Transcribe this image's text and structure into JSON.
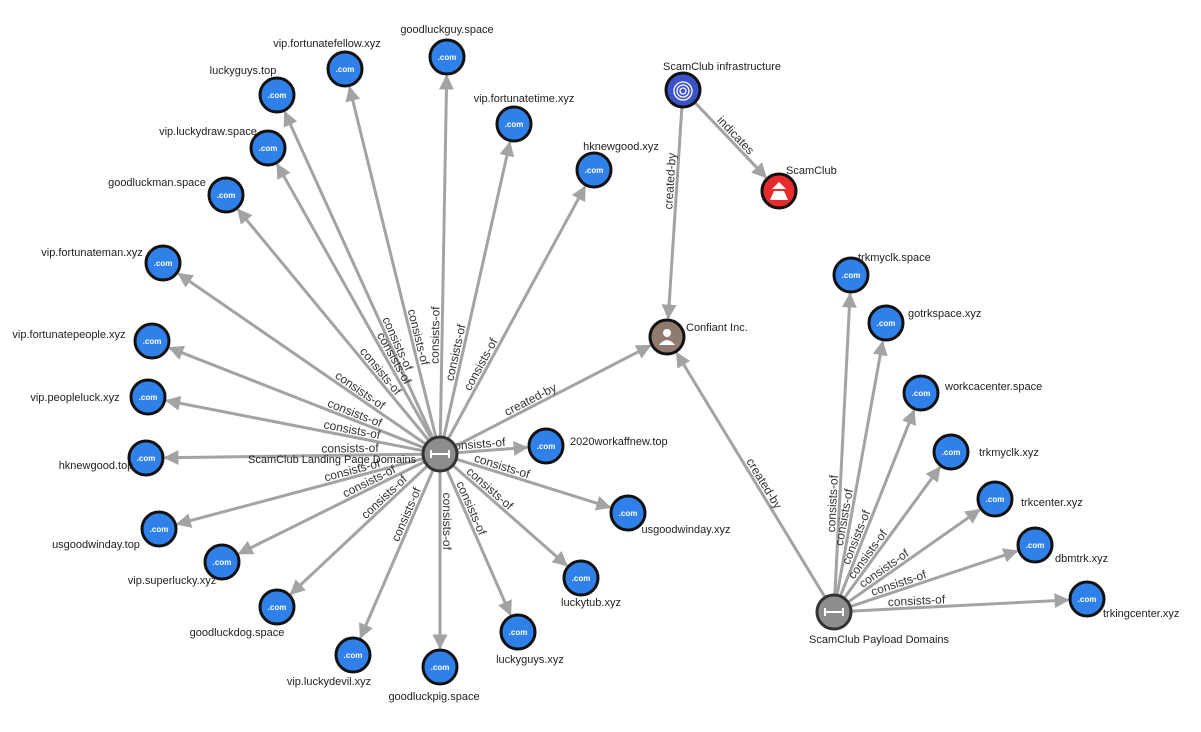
{
  "colors": {
    "domain": "#2f80e8",
    "edge": "#a3a3a3",
    "infrastructure_blue": "#3c52c8",
    "threat_actor_red": "#e52b2b",
    "identity_brown": "#8f7a70",
    "grouping_grey": "#8d8d8d"
  },
  "domain_badge": ".com",
  "groups": {
    "landing": "ScamClub Landing Page Domains",
    "payload": "ScamClub Payload Domains"
  },
  "special": {
    "infrastructure": "ScamClub infrastructure",
    "threat_actor": "ScamClub",
    "identity": "Confiant Inc."
  },
  "relations": {
    "consists_of": "consists-of",
    "created_by": "created-by",
    "indicates": "indicates"
  },
  "landing_domains": [
    "goodluckguy.space",
    "vip.fortunatefellow.xyz",
    "luckyguys.top",
    "vip.fortunatetime.xyz",
    "vip.luckydraw.space",
    "hknewgood.xyz",
    "goodluckman.space",
    "vip.fortunateman.xyz",
    "vip.fortunatepeople.xyz",
    "vip.peopleluck.xyz",
    "hknewgood.top",
    "usgoodwinday.top",
    "vip.superlucky.xyz",
    "goodluckdog.space",
    "vip.luckydevil.xyz",
    "goodluckpig.space",
    "luckyguys.xyz",
    "luckytub.xyz",
    "usgoodwinday.xyz",
    "2020workaffnew.top"
  ],
  "payload_domains": [
    "trkmyclk.space",
    "gotrkspace.xyz",
    "workcacenter.space",
    "trkmyclk.xyz",
    "trkcenter.xyz",
    "dbmtrk.xyz",
    "trkingcenter.xyz"
  ]
}
